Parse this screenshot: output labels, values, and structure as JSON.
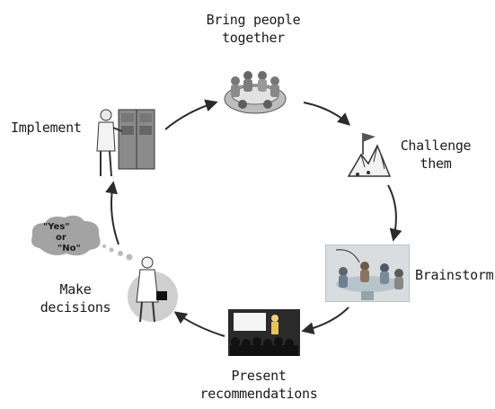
{
  "steps": {
    "bring": {
      "line1": "Bring people",
      "line2": "together"
    },
    "challenge": {
      "line1": "Challenge",
      "line2": "them"
    },
    "brainstorm": {
      "line1": "Brainstorm"
    },
    "present": {
      "line1": "Present",
      "line2": "recommendations"
    },
    "decide": {
      "line1": "Make",
      "line2": "decisions"
    },
    "implement": {
      "line1": "Implement"
    }
  },
  "thought_bubble": {
    "yes": "\"Yes\"",
    "or": "or",
    "no": "\"No\""
  },
  "colors": {
    "arrow": "#2b2b2b",
    "cloud": "#9a9a9a",
    "circle": "#cfcfcf"
  }
}
